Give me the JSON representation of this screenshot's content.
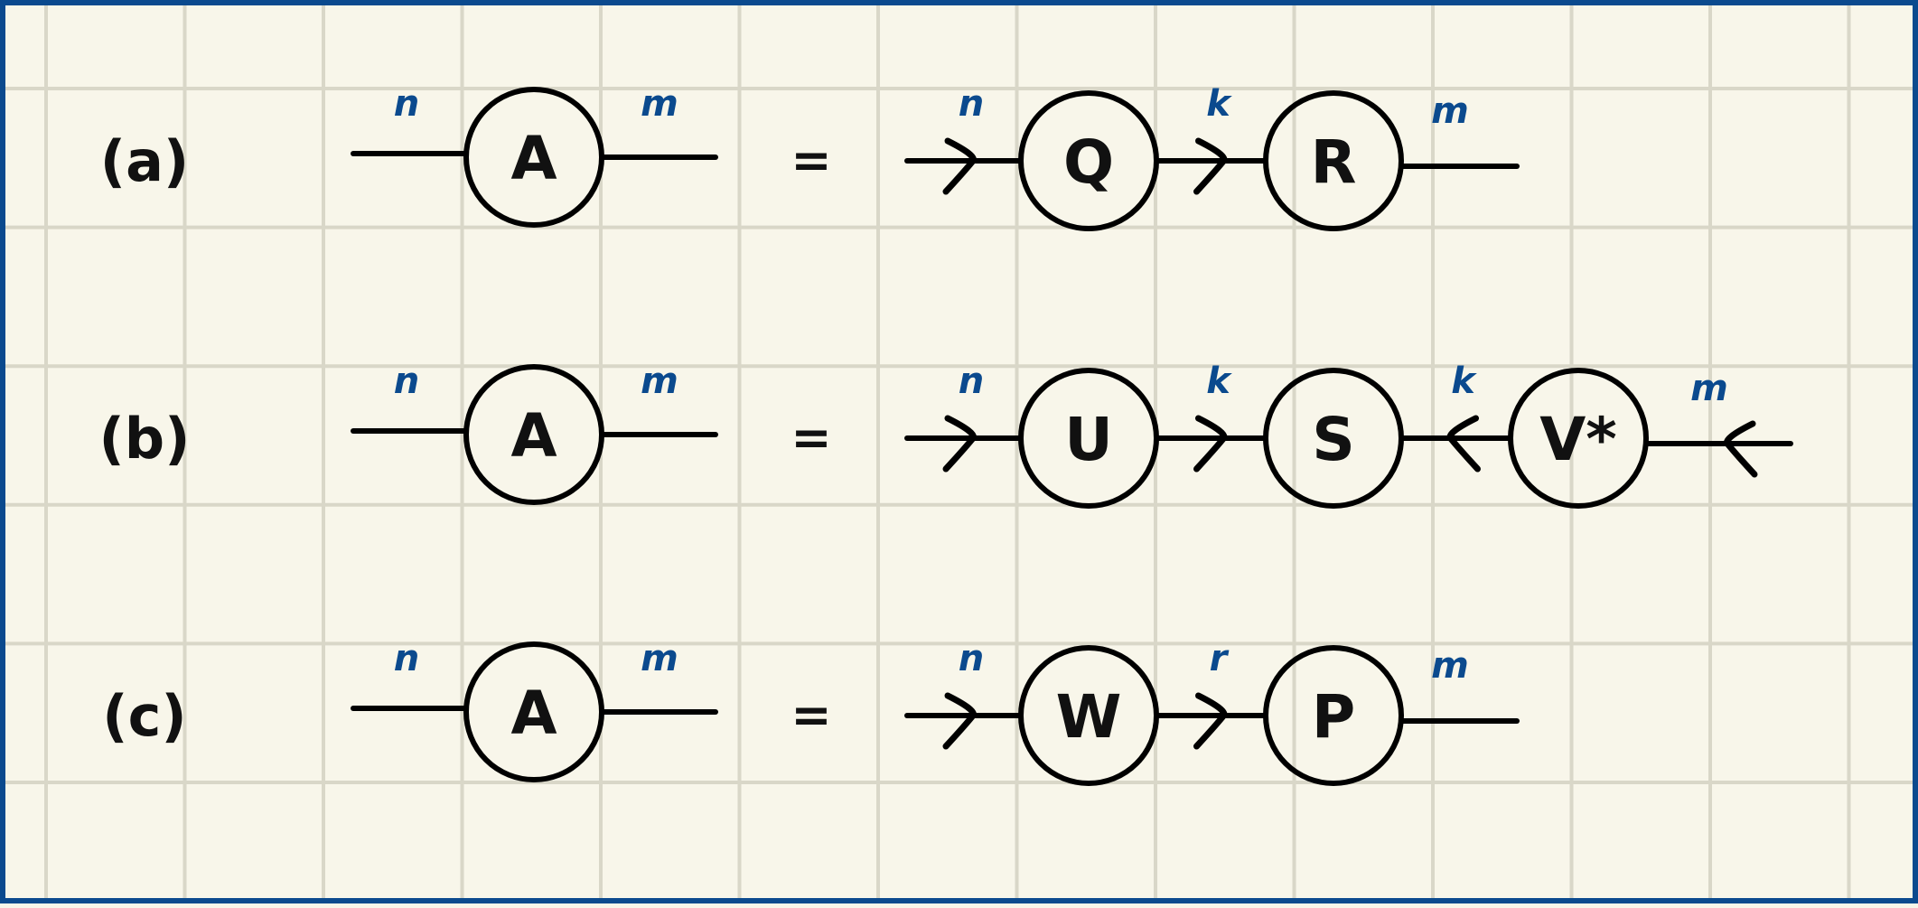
{
  "colors": {
    "background": "#f8f6ea",
    "grid": "#d9d7c8",
    "frame": "#0b4a8e",
    "ink": "#111111",
    "dimension": "#0b4a8e"
  },
  "equals": "=",
  "rows": [
    {
      "label": "(a)",
      "lhs": {
        "node": "A",
        "left_dim": "n",
        "right_dim": "m"
      },
      "rhs": [
        {
          "node": "Q",
          "dim_before": "n",
          "arrow_before": "right"
        },
        {
          "node": "R",
          "dim_before": "k",
          "arrow_before": "right"
        }
      ],
      "rhs_end_dim": "m",
      "rhs_end_arrow": "none"
    },
    {
      "label": "(b)",
      "lhs": {
        "node": "A",
        "left_dim": "n",
        "right_dim": "m"
      },
      "rhs": [
        {
          "node": "U",
          "dim_before": "n",
          "arrow_before": "right"
        },
        {
          "node": "S",
          "dim_before": "k",
          "arrow_before": "right"
        },
        {
          "node": "V*",
          "dim_before": "k",
          "arrow_before": "left"
        }
      ],
      "rhs_end_dim": "m",
      "rhs_end_arrow": "left"
    },
    {
      "label": "(c)",
      "lhs": {
        "node": "A",
        "left_dim": "n",
        "right_dim": "m"
      },
      "rhs": [
        {
          "node": "W",
          "dim_before": "n",
          "arrow_before": "right"
        },
        {
          "node": "P",
          "dim_before": "r",
          "arrow_before": "right"
        }
      ],
      "rhs_end_dim": "m",
      "rhs_end_arrow": "none"
    }
  ]
}
